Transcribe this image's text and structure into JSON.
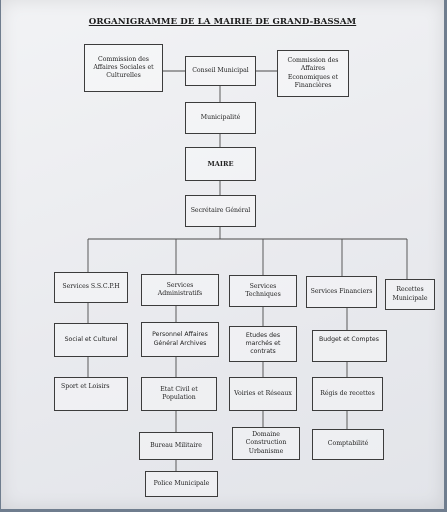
{
  "title": "ORGANIGRAMME DE LA MAIRIE DE GRAND-BASSAM",
  "nodes": {
    "commission_sociales": "Commission des Affaires Sociales et Culturelles",
    "conseil_municipal": "Conseil Municipal",
    "commission_economiques": "Commission des Affaires Economiques et Financières",
    "municipalite": "Municipalité",
    "maire": "MAIRE",
    "secretaire_general": "Secrétaire Général",
    "services_sscph": "Services S.S.C.P.H",
    "services_administratifs": "Services Administratifs",
    "services_techniques": "Services Techniques",
    "services_financiers": "Services Financiers",
    "recettes_municipale": "Recettes Municipale",
    "social_culturel": "Social et Culturel",
    "personnel_affaires": "Personnel Affaires Général Archives",
    "etudes_marches": "Etudes des marchés et contrats",
    "budget_comptes": "Budget et Comptes",
    "sport_loisirs": "Sport et Loisirs",
    "etat_civil": "Etat Civil et Population",
    "voiries_reseaux": "Voiries et Réseaux",
    "regis_recettes": "Régis de recettes",
    "domaine_construction": "Domaine Construction Urbanisme",
    "comptabilite": "Comptabilité",
    "bureau_militaire": "Bureau Militaire",
    "police_municipale": "Police Municipale"
  }
}
